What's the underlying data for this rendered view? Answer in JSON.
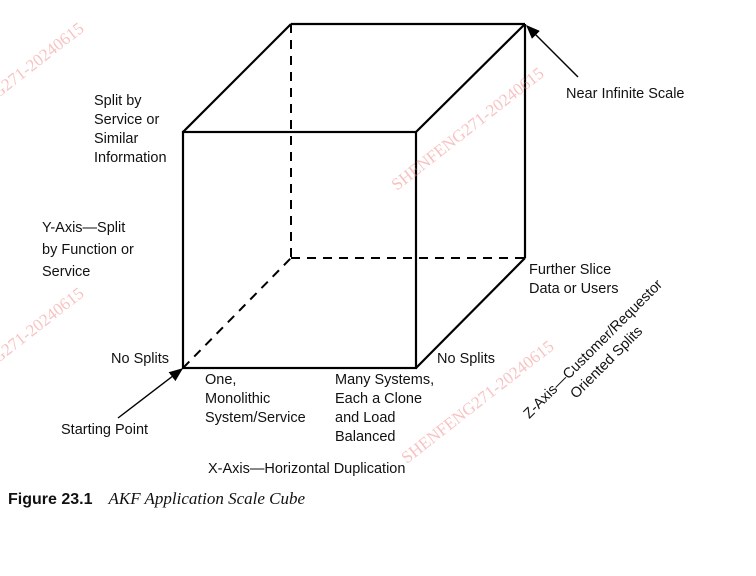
{
  "labels": {
    "split_by_service": "Split by\nService or\nSimilar\nInformation",
    "y_axis": "Y-Axis—Split\nby Function or\nService",
    "no_splits_left": "No Splits",
    "starting_point": "Starting Point",
    "one_monolithic": "One,\nMonolithic\nSystem/Service",
    "many_systems": "Many Systems,\nEach a Clone\nand Load\nBalanced",
    "no_splits_right": "No Splits",
    "further_slice": "Further Slice\nData or Users",
    "near_infinite": "Near Infinite Scale",
    "x_axis": "X-Axis—Horizontal Duplication",
    "z_axis": "Z-Axis—Customer/Requestor\nOriented Splits"
  },
  "caption": {
    "number": "Figure 23.1",
    "title": "AKF Application Scale Cube"
  },
  "watermark": "SHENFENG271-20240615"
}
